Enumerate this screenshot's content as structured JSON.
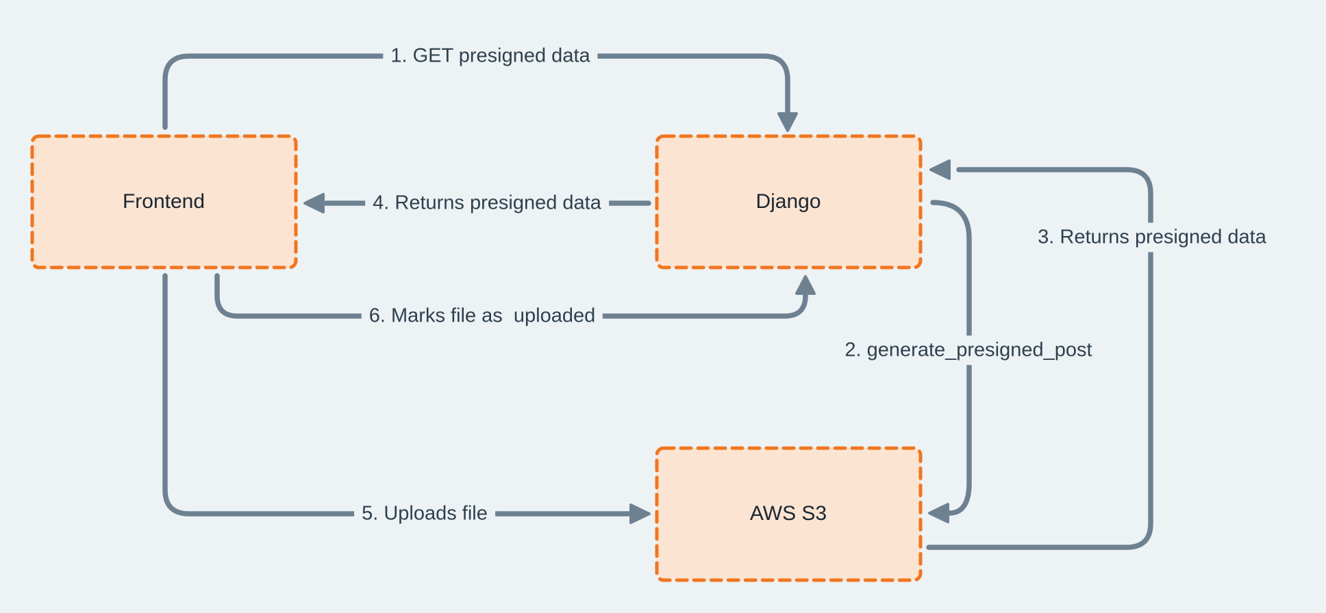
{
  "theme": {
    "bg": "#edf2f5",
    "node_fill": "#fbe4d2",
    "node_border": "#f0761e",
    "arrow": "#6d8191",
    "label_text": "#2f404d",
    "node_text": "#1b2631"
  },
  "diagram": {
    "nodes": [
      {
        "label": "Frontend"
      },
      {
        "label": "Django"
      },
      {
        "label": "AWS S3"
      }
    ],
    "steps": [
      {
        "num": 1,
        "label": "1. GET presigned data",
        "from": "Frontend",
        "to": "Django"
      },
      {
        "num": 2,
        "label": "2. generate_presigned_post",
        "from": "Django",
        "to": "AWS S3"
      },
      {
        "num": 3,
        "label": "3. Returns presigned data",
        "from": "AWS S3",
        "to": "Django"
      },
      {
        "num": 4,
        "label": "4. Returns presigned data",
        "from": "Django",
        "to": "Frontend"
      },
      {
        "num": 5,
        "label": "5. Uploads file",
        "from": "Frontend",
        "to": "AWS S3"
      },
      {
        "num": 6,
        "label": "6. Marks file as  uploaded",
        "from": "Frontend",
        "to": "Django"
      }
    ]
  }
}
